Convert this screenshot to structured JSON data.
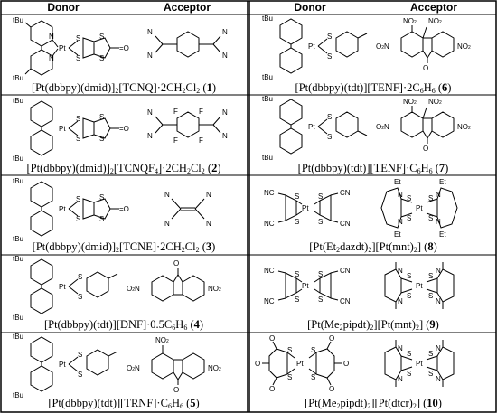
{
  "header": {
    "donor": "Donor",
    "acceptor": "Acceptor"
  },
  "cells": [
    {
      "id": "c1",
      "caption": {
        "main": "[Pt(dbbpy)(dmid)]",
        "s1": "2",
        "mid": "[TCNQ]·2CH",
        "s2": "2",
        "end": "Cl",
        "s3": "2",
        "num": "1"
      }
    },
    {
      "id": "c2",
      "caption": {
        "main": "[Pt(dbbpy)(dmid)]",
        "s1": "2",
        "mid": "[TCNQF",
        "s2": "4",
        "end": "]·2CH",
        "s3": "2",
        "end2": "Cl",
        "s4": "2",
        "num": "2"
      }
    },
    {
      "id": "c3",
      "caption": {
        "main": "[Pt(dbbpy)(dmid)]",
        "s1": "2",
        "mid": "[TCNE]·2CH",
        "s2": "2",
        "end": "Cl",
        "s3": "2",
        "num": "3"
      }
    },
    {
      "id": "c4",
      "caption": {
        "main": "[Pt(dbbpy)(tdt)][DNF]·0.5C",
        "s1": "6",
        "mid": "H",
        "s2": "6",
        "num": "4"
      }
    },
    {
      "id": "c5",
      "caption": {
        "main": "[Pt(dbbpy)(tdt)][TRNF]·C",
        "s1": "6",
        "mid": "H",
        "s2": "6",
        "num": "5"
      }
    },
    {
      "id": "c6",
      "caption": {
        "main": "[Pt(dbbpy)(tdt)][TENF]·2C",
        "s1": "6",
        "mid": "H",
        "s2": "6",
        "num": "6"
      }
    },
    {
      "id": "c7",
      "caption": {
        "main": "[Pt(dbbpy)(tdt)][TENF]·C",
        "s1": "6",
        "mid": "H",
        "s2": "6",
        "num": "7"
      }
    },
    {
      "id": "c8",
      "caption": {
        "main": "[Pt(Et",
        "s1": "2",
        "mid": "dazdt)",
        "s2": "2",
        "end": "][Pt(mnt)",
        "s3": "2",
        "end2": "]",
        "num": "8"
      }
    },
    {
      "id": "c9",
      "caption": {
        "main": "[Pt(Me",
        "s1": "2",
        "mid": "pipdt)",
        "s2": "2",
        "end": "][Pt(mnt)",
        "s3": "2",
        "end2": "]",
        "num": "9"
      }
    },
    {
      "id": "c10",
      "caption": {
        "main": "[Pt(Me",
        "s1": "2",
        "mid": "pipdt)",
        "s2": "2",
        "end": "][Pt(dtcr)",
        "s3": "2",
        "end2": "]",
        "num": "10"
      }
    }
  ],
  "atoms": {
    "tBu": "tBu",
    "Pt": "Pt",
    "S": "S",
    "N": "N",
    "O": "O",
    "F": "F",
    "Et": "Et",
    "NO2": "NO",
    "NO2_sub": "2",
    "O2N": "O",
    "O2N_sub": "2",
    "O2N_tail": "N",
    "CN_left": "NC",
    "CN_right": "CN",
    "amide_O": "=O"
  }
}
